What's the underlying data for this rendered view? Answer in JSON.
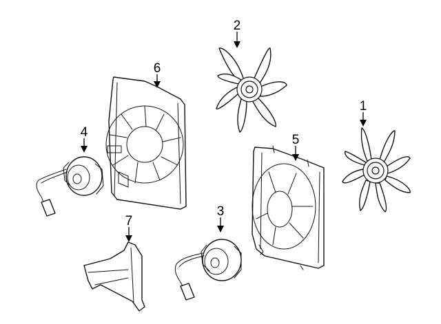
{
  "callouts": [
    {
      "id": "fan-blade-right",
      "number": "1"
    },
    {
      "id": "fan-blade-top",
      "number": "2"
    },
    {
      "id": "fan-motor-bottom",
      "number": "3"
    },
    {
      "id": "fan-motor-left",
      "number": "4"
    },
    {
      "id": "shroud-right",
      "number": "5"
    },
    {
      "id": "shroud-left",
      "number": "6"
    },
    {
      "id": "air-guide",
      "number": "7"
    }
  ],
  "colors": {
    "line": "#111111",
    "background": "#ffffff"
  }
}
